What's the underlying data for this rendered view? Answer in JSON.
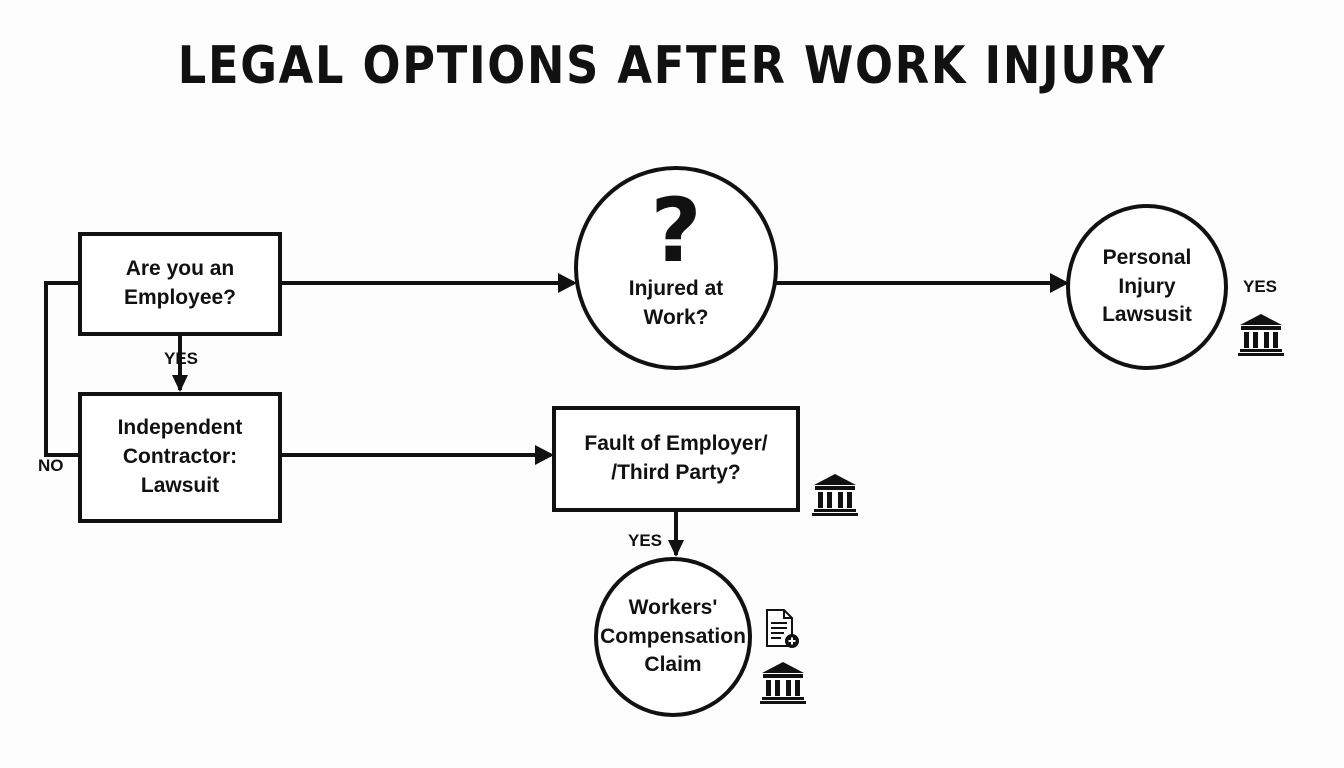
{
  "title": "LEGAL OPTIONS AFTER WORK INJURY",
  "nodes": {
    "employee": "Are you an\nEmployee?",
    "contractor": "Independent\nContractor:\nLawsuit",
    "injured_mark": "?",
    "injured": "Injured at\nWork?",
    "personal": "Personal\nInjury\nLawsusit",
    "fault": "Fault of Employer/\n/Third Party?",
    "workers": "Workers'\nCompensation\nClaim"
  },
  "labels": {
    "yes_employee": "YES",
    "no": "NO",
    "yes_personal": "YES",
    "yes_fault": "YES"
  },
  "icons": {
    "courthouse": "courthouse-icon",
    "document": "document-icon"
  }
}
